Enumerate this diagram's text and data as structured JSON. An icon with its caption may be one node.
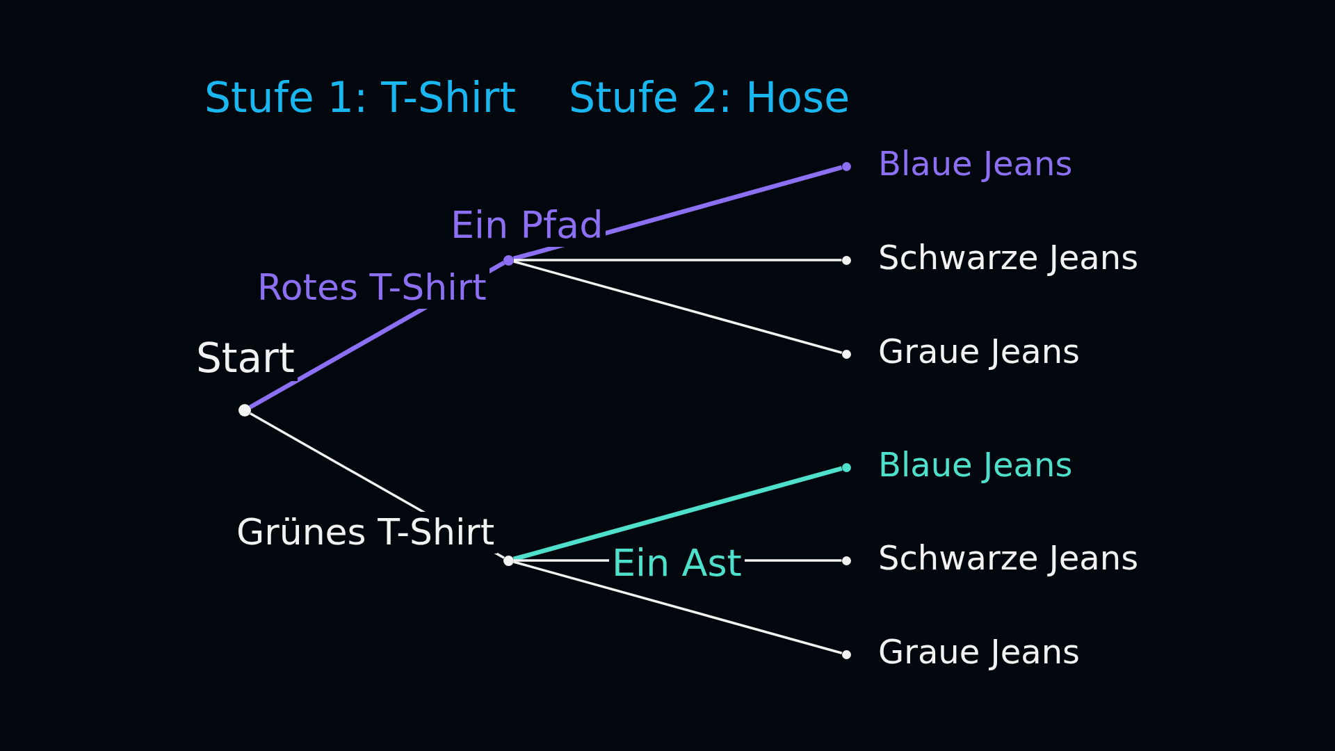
{
  "diagram": {
    "nodes": [
      {
        "text": [],
        "shape": "circle",
        "beside": [
          "Start"
        ]
      },
      {
        "text": [],
        "shape": "circle"
      },
      {
        "text": [],
        "shape": "circle"
      },
      {
        "text": [],
        "shape": "circle",
        "beside": [
          "Blaue Jeans"
        ]
      },
      {
        "text": [],
        "shape": "circle",
        "beside": [
          "Schwarze Jeans"
        ]
      },
      {
        "text": [],
        "shape": "circle",
        "beside": [
          "Graue Jeans"
        ]
      },
      {
        "text": [],
        "shape": "circle",
        "beside": [
          "Blaue Jeans"
        ]
      },
      {
        "text": [],
        "shape": "circle",
        "beside": [
          "Schwarze Jeans"
        ]
      },
      {
        "text": [],
        "shape": "circle",
        "beside": [
          "Graue Jeans"
        ]
      }
    ],
    "edges": [
      {
        "from": 0,
        "to": 1,
        "arrow": "none",
        "label": "Rotes T-Shirt",
        "style": "thick",
        "color": "#8c6ff2"
      },
      {
        "from": 0,
        "to": 2,
        "arrow": "none",
        "label": "Grünes T-Shirt"
      },
      {
        "from": 1,
        "to": 3,
        "arrow": "none",
        "style": "thick",
        "color": "#8c6ff2"
      },
      {
        "from": 1,
        "to": 4,
        "arrow": "none"
      },
      {
        "from": 1,
        "to": 5,
        "arrow": "none"
      },
      {
        "from": 2,
        "to": 6,
        "arrow": "none",
        "style": "thick",
        "color": "#4fe0cc"
      },
      {
        "from": 2,
        "to": 7,
        "arrow": "none"
      },
      {
        "from": 2,
        "to": 8,
        "arrow": "none"
      }
    ],
    "labels": [
      "Stufe 1: T-Shirt",
      "Stufe 2: Hose",
      "Ein Pfad",
      "Ein Ast"
    ]
  }
}
